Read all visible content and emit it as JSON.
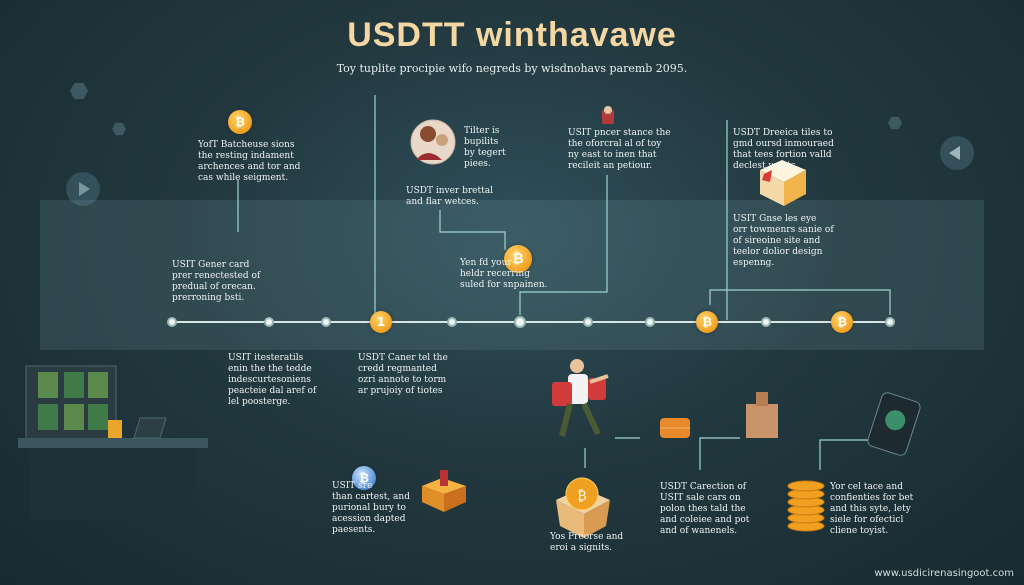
{
  "title": "USDTT  winthavawe",
  "subtitle": "Toy tuplite procipie wifo negreds by wisdnohavs paremb 2095.",
  "coin_symbol": "₿",
  "notes": {
    "n1": "YofT Batcheuse sions\nthe resting indament\narchences and tor and\ncas while seigment.",
    "n2": "Tilter is\nbupilits\nby tegert\npiees.",
    "n3": "USDT inver brettal\nand flar wetces.",
    "n4": "USIT pncer stance the\nthe oforcral al of toy\nny east to inen that\nrecileit an petiour.",
    "n5": "USDT Dreeica tiles to\ngmd oursd inmouraed\nthat tees fortion valld\ndeclest   wents.",
    "n6": "USIT Gener card\nprer renectested of\npredual of orecan.\nprerroning bsti.",
    "n7": "Yen     fd your\nheldr   recerring\nsuled for snpainen.",
    "n8": "USIT Gnse les eye\norr towmenrs sanie of\nof sireoine site and\nteelor dolior design\nespenng.",
    "n9": "USIT itesteratils\nenin the the tedde\nindescurtesoniens\npeacteie dal aref of\nlel poosterge.",
    "n10": "USDT Caner tel the\ncredd regmanted\nozri annote to torm\nar prujoiy of tiotes",
    "n11": "USIT      sre\nthan cartest, and\npurional bury to\nacession dapted\npaesents.",
    "n12": "Yos Preorse and\neroi a signits.",
    "n13": "USDT Carection of\nUSIT sale cars on\npolon thes tald the\nand coleiee and pot\nand of wanenels.",
    "n14": "Yor cel tace and\nconfienties for bet\nand this syte, lety\nsiele for ofecticl\ncliene toyist."
  },
  "watermark": "www.usdicirenasingoot.com",
  "colors": {
    "title": "#f4d7a2",
    "coin": "#f0a020",
    "line": "#d7e6e4"
  }
}
